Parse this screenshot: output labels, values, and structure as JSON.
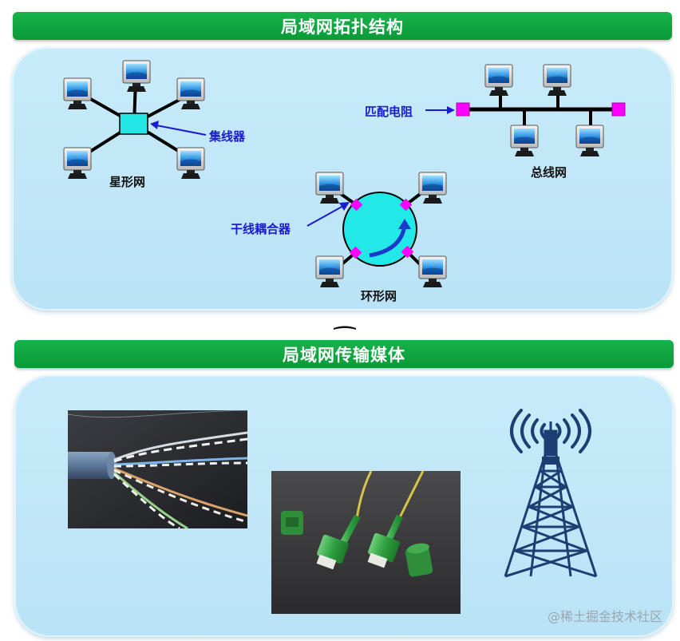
{
  "topology": {
    "title": "局域网拓扑结构",
    "star_label": "星形网",
    "hub_label": "集线器",
    "ring_label": "环形网",
    "coupler_label": "干线耦合器",
    "bus_label": "总线网",
    "terminator_label": "匹配电阻"
  },
  "media": {
    "title": "局域网传输媒体"
  },
  "watermark": "@稀土掘金技术社区",
  "colors": {
    "banner": "#0fa641",
    "panel": "#c3e8f8",
    "hub": "#22e5e5",
    "ring": "#22e8e8",
    "connector": "#ff00ff",
    "annotation": "#1a1ad0"
  }
}
